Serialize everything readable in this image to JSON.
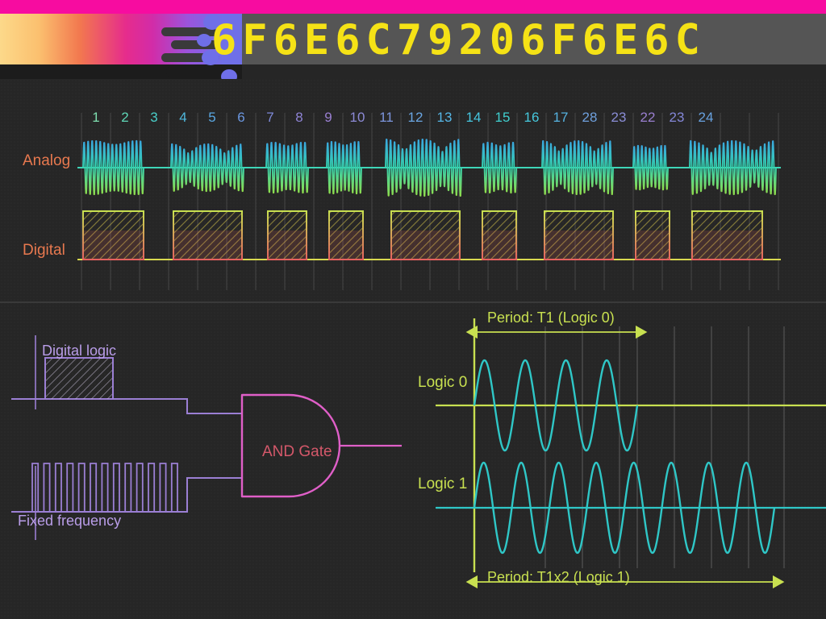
{
  "banner": {
    "led_text": "6F6E6C79206F6E6C",
    "led_color": "#f5e216",
    "magenta_bar_color": "#f70ca0",
    "gradient_stops": [
      "#fcd98a",
      "#f2784f",
      "#e62c8c",
      "#9a55dd",
      "#6f6fe8"
    ]
  },
  "top_chart": {
    "analog_label": "Analog",
    "digital_label": "Digital",
    "label_color": "#e8794f",
    "analog_color_top": "#3aa8e0",
    "analog_color_bottom": "#8ede4e",
    "digital_top_color": "#c8e050",
    "digital_bottom_color": "#e5615f",
    "tick_labels": [
      "1",
      "2",
      "3",
      "4",
      "5",
      "6",
      "7",
      "8",
      "9",
      "10",
      "11",
      "12",
      "13",
      "14",
      "15",
      "16",
      "17",
      "28",
      "23",
      "22",
      "23",
      "24"
    ]
  },
  "logic_panel": {
    "digital_logic_label": "Digital logic",
    "fixed_frequency_label": "Fixed frequency",
    "and_gate_label": "AND Gate",
    "wire_color": "#9b7fd4",
    "gate_color": "#e05fc8",
    "gate_text_color": "#d4586a"
  },
  "right_panel": {
    "logic0_label": "Logic 0",
    "logic1_label": "Logic 1",
    "period0_label": "Period: T1 (Logic 0)",
    "period1_label": "Period: T1x2 (Logic 1)",
    "green_color": "#c8e050",
    "wave_color": "#2fc7c7"
  },
  "chart_data": {
    "type": "line",
    "title": "Analog and Digital Signal Timing Diagram",
    "panels": [
      {
        "name": "analog-digital-timing",
        "xlabel": "",
        "ylabel": "",
        "tick_labels": [
          "1",
          "2",
          "3",
          "4",
          "5",
          "6",
          "7",
          "8",
          "9",
          "10",
          "11",
          "12",
          "13",
          "14",
          "15",
          "16",
          "17",
          "28",
          "23",
          "22",
          "23",
          "24"
        ],
        "series": [
          {
            "name": "Analog",
            "description": "High-frequency sinusoidal bursts, amplitude-modulated",
            "bursts": [
              {
                "start": 103,
                "end": 178,
                "peak": 34,
                "env": "flat"
              },
              {
                "start": 212,
                "end": 302,
                "peak": 30,
                "env": "dip"
              },
              {
                "start": 330,
                "end": 382,
                "peak": 32,
                "env": "flat"
              },
              {
                "start": 405,
                "end": 448,
                "peak": 33,
                "env": "flat"
              },
              {
                "start": 478,
                "end": 572,
                "peak": 36,
                "env": "dip"
              },
              {
                "start": 598,
                "end": 640,
                "peak": 32,
                "env": "flat"
              },
              {
                "start": 672,
                "end": 760,
                "peak": 34,
                "env": "dip"
              },
              {
                "start": 785,
                "end": 828,
                "peak": 28,
                "env": "flat"
              },
              {
                "start": 855,
                "end": 962,
                "peak": 34,
                "env": "dip"
              }
            ]
          },
          {
            "name": "Digital",
            "description": "Square pulses with hatched fill, aligned to analog bursts",
            "pulses": [
              {
                "start": 103,
                "end": 178
              },
              {
                "start": 215,
                "end": 300
              },
              {
                "start": 332,
                "end": 380
              },
              {
                "start": 408,
                "end": 450
              },
              {
                "start": 485,
                "end": 570
              },
              {
                "start": 598,
                "end": 640
              },
              {
                "start": 675,
                "end": 760
              },
              {
                "start": 788,
                "end": 830
              },
              {
                "start": 858,
                "end": 945
              }
            ]
          }
        ]
      },
      {
        "name": "logic-period-comparison",
        "series": [
          {
            "name": "Logic 0",
            "cycles": 4,
            "period_label": "Period: T1 (Logic 0)",
            "x_start": 588,
            "x_end": 790
          },
          {
            "name": "Logic 1",
            "cycles": 8,
            "period_label": "Period: T1x2 (Logic 1)",
            "x_start": 588,
            "x_end": 960
          }
        ]
      }
    ]
  }
}
